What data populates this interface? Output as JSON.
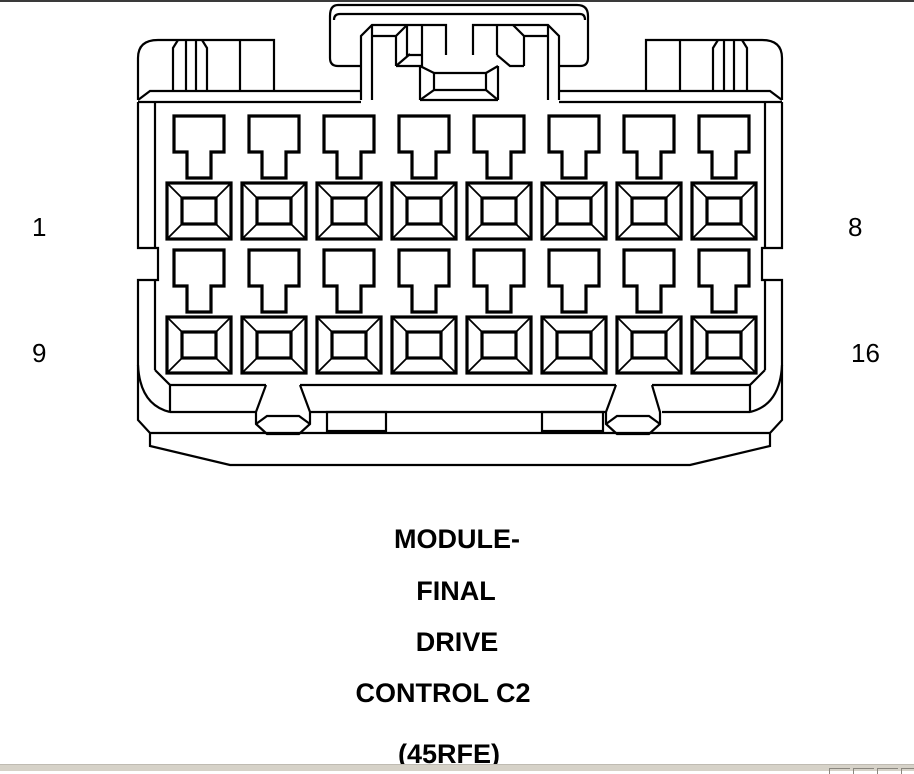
{
  "diagram": {
    "type": "connector-pinout",
    "connector_name": "MODULE-FINAL DRIVE CONTROL C2 (45RFE)",
    "pin_count": 16,
    "rows": 2,
    "columns": 8,
    "pin_labels": {
      "top_left": "1",
      "top_right": "8",
      "bottom_left": "9",
      "bottom_right": "16"
    }
  },
  "caption": {
    "line1": "MODULE-",
    "line2": "FINAL",
    "line3": "DRIVE",
    "line4": "CONTROL C2",
    "line5": "(45RFE)"
  },
  "colors": {
    "line": "#000000",
    "background": "#ffffff",
    "statusbar": "#d6d2c8"
  }
}
